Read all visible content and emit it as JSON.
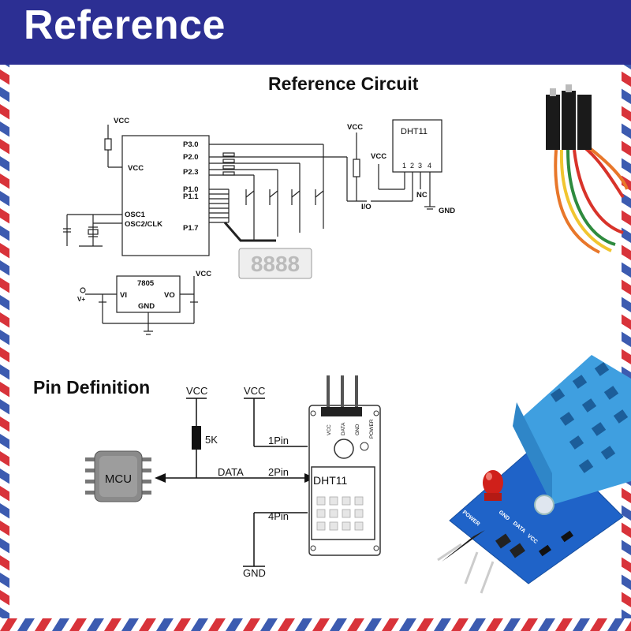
{
  "banner": {
    "title": "Reference"
  },
  "reference_circuit": {
    "title": "Reference Circuit",
    "mcu_pins": {
      "p30": "P3.0",
      "p20": "P2.0",
      "p23": "P2.3",
      "p10": "P1.0",
      "p11": "P1.1",
      "p17": "P1.7",
      "osc1": "OSC1",
      "osc2": "OSC2/CLK"
    },
    "vcc": "VCC",
    "io": "I/O",
    "nc": "NC",
    "gnd": "GND",
    "sensor": {
      "name": "DHT11",
      "pins": [
        "1",
        "2",
        "3",
        "4"
      ]
    },
    "display": "8888",
    "regulator": {
      "name": "7805",
      "vi": "VI",
      "vo": "VO",
      "gnd": "GND",
      "vin": "V+"
    }
  },
  "pin_definition": {
    "title": "Pin Definition",
    "vcc": "VCC",
    "resistor": "5K",
    "mcu": "MCU",
    "data": "DATA",
    "pin1": "1Pin",
    "pin2": "2Pin",
    "pin4": "4Pin",
    "gnd": "GND",
    "module_name": "DHT11",
    "header_labels": [
      "VCC",
      "DATA",
      "GND",
      "POWER"
    ]
  },
  "photo": {
    "board_labels": [
      "POWER",
      "GND",
      "DATA",
      "VCC"
    ]
  },
  "colors": {
    "banner": "#2c2f93",
    "sensor_blue": "#3f9fe0",
    "pcb_blue": "#1f63c8",
    "led_red": "#d0201a",
    "airmail_red": "#d8333a",
    "airmail_blue": "#3c5bb0"
  }
}
